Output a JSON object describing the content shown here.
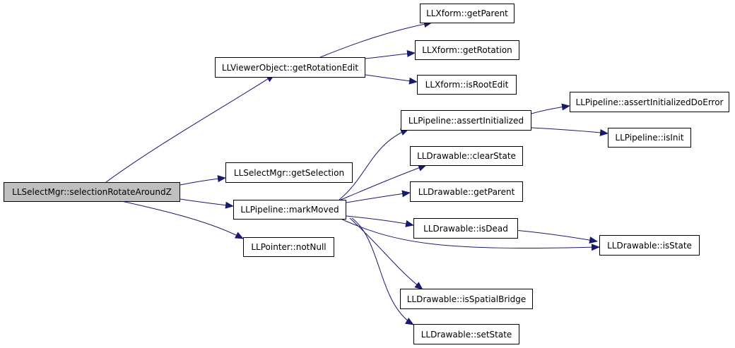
{
  "colors": {
    "edge": "#191970",
    "node_border": "#000000",
    "node_fill": "#ffffff",
    "root_fill": "#bfbfbf"
  },
  "nodes": {
    "root": "LLSelectMgr::selectionRotateAroundZ",
    "get_rotation_edit": "LLViewerObject::getRotationEdit",
    "xform_get_parent": "LLXform::getParent",
    "xform_get_rotation": "LLXform::getRotation",
    "xform_is_root_edit": "LLXform::isRootEdit",
    "get_selection": "LLSelectMgr::getSelection",
    "mark_moved": "LLPipeline::markMoved",
    "not_null": "LLPointer::notNull",
    "assert_initialized": "LLPipeline::assertInitialized",
    "assert_initialized_do_error": "LLPipeline::assertInitializedDoError",
    "is_init": "LLPipeline::isInit",
    "clear_state": "LLDrawable::clearState",
    "drawable_get_parent": "LLDrawable::getParent",
    "is_dead": "LLDrawable::isDead",
    "is_state": "LLDrawable::isState",
    "is_spatial_bridge": "LLDrawable::isSpatialBridge",
    "set_state": "LLDrawable::setState"
  }
}
